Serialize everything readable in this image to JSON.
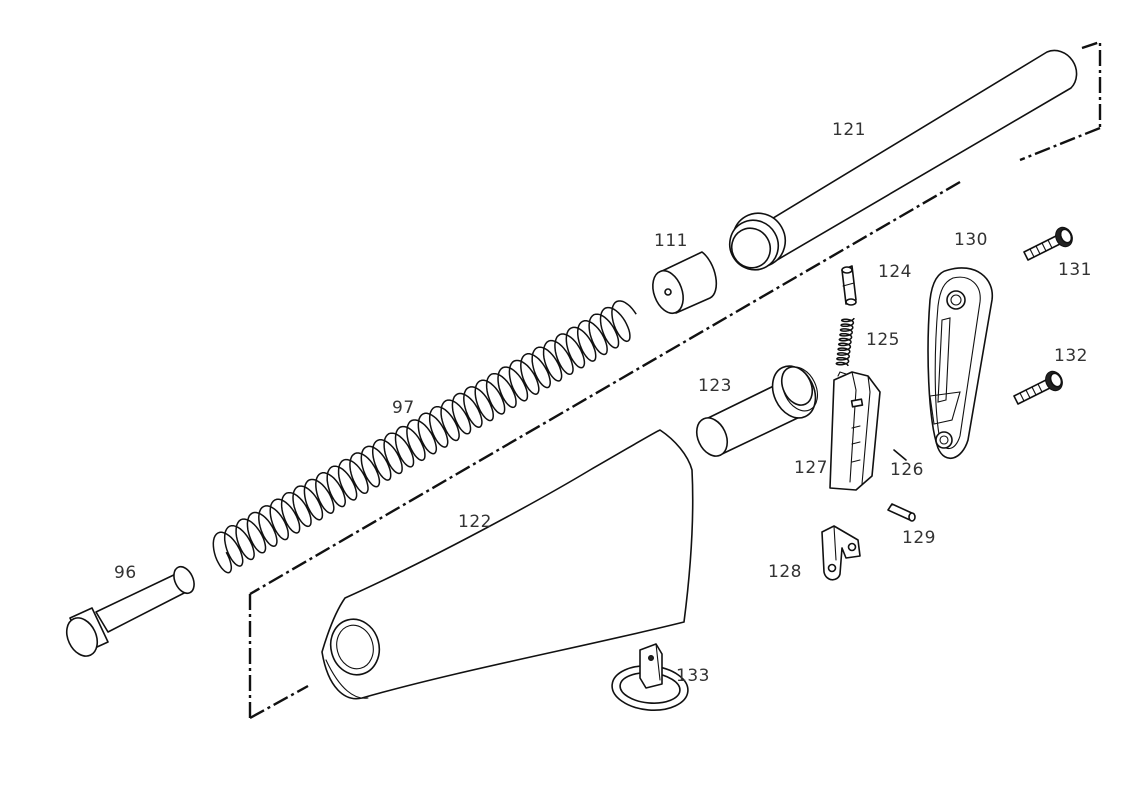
{
  "diagram": {
    "labels": {
      "p96": "96",
      "p97": "97",
      "p111": "111",
      "p121": "121",
      "p122": "122",
      "p123": "123",
      "p124": "124",
      "p125": "125",
      "p126": "126",
      "p127": "127",
      "p128": "128",
      "p129": "129",
      "p130": "130",
      "p131": "131",
      "p132": "132",
      "p133": "133"
    }
  }
}
